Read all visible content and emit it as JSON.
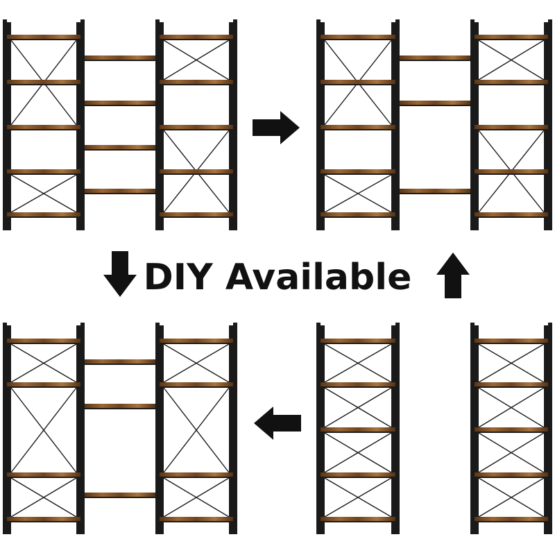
{
  "caption": "DIY Available",
  "colors": {
    "frame": "#1a1a1a",
    "wood": "#7a4f2a",
    "wood_dark": "#4a2d16",
    "wood_light": "#a8743f",
    "arrow": "#111111",
    "background": "#ffffff"
  },
  "configurations": [
    {
      "name": "top-left",
      "description_units": [
        "bookcase",
        "middle-shelves",
        "bookcase"
      ]
    },
    {
      "name": "top-right",
      "description_units": [
        "bookcase",
        "middle-shelves",
        "bookcase"
      ]
    },
    {
      "name": "bottom-left",
      "description_units": [
        "bookcase",
        "middle-shelves",
        "bookcase"
      ]
    },
    {
      "name": "bottom-right",
      "description_units": [
        "bookcase",
        "bookcase"
      ]
    }
  ],
  "arrows": [
    {
      "name": "arrow-right",
      "direction": "right"
    },
    {
      "name": "arrow-up",
      "direction": "up"
    },
    {
      "name": "arrow-left",
      "direction": "left"
    },
    {
      "name": "arrow-down",
      "direction": "down"
    }
  ]
}
